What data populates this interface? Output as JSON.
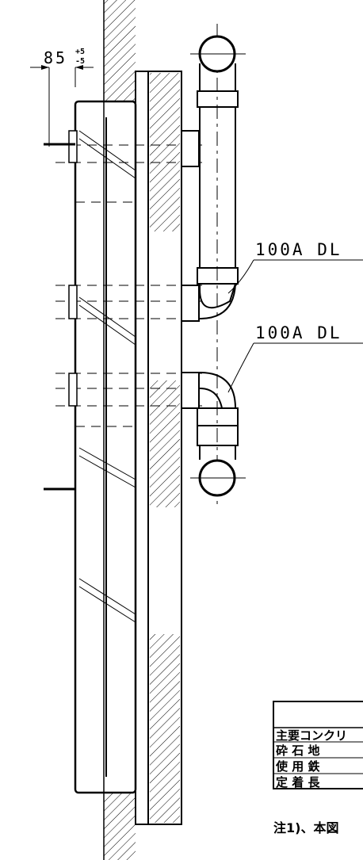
{
  "dimension": {
    "value": "85",
    "tolerance_plus": "+5",
    "tolerance_minus": "-5"
  },
  "pipe_labels": [
    {
      "text": "100A DL"
    },
    {
      "text": "100A DL"
    }
  ],
  "table": {
    "header": "",
    "rows": [
      {
        "label": "主要コンクリ"
      },
      {
        "label": "砕 石 地"
      },
      {
        "label": "使 用 鉄"
      },
      {
        "label": "定 着 長"
      }
    ]
  },
  "note": "注1)、本図"
}
